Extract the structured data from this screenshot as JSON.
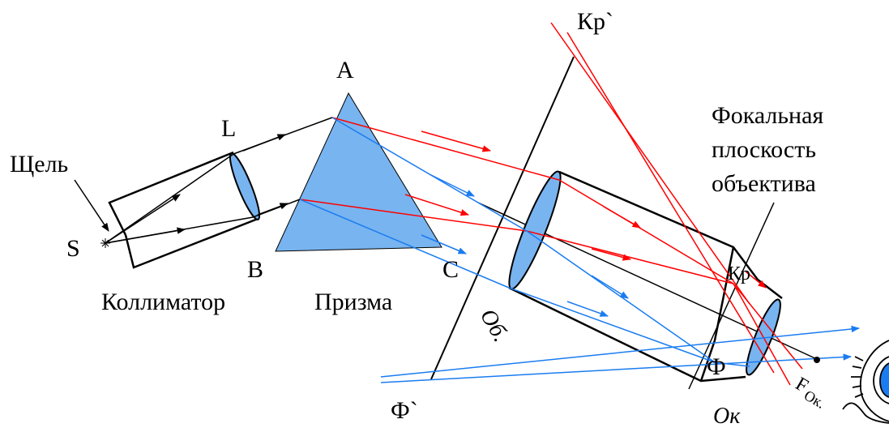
{
  "colors": {
    "red_ray": "#ff0000",
    "blue_ray": "#1a7cf0",
    "glass": "#78b4f0",
    "outline": "#000000"
  },
  "labels": {
    "slit": "Щель",
    "source": "S",
    "lens": "L",
    "collimator": "Коллиматор",
    "prism": "Призма",
    "apex_a": "A",
    "apex_b": "B",
    "apex_c": "C",
    "objective": "Об.",
    "focal_plane_line1": "Фокальная",
    "focal_plane_line2": "плоскость",
    "focal_plane_line3": "объектива",
    "red_plane": "Кр`",
    "red_focus": "Кр",
    "violet_plane": "Ф`",
    "violet_focus": "Ф",
    "eyepiece": "Ок",
    "eyepiece_focus_main": "F",
    "eyepiece_focus_sub": "Ок."
  },
  "icons": {
    "source_point": "star-icon",
    "observer": "eye-icon",
    "focus_point": "dot-icon"
  }
}
